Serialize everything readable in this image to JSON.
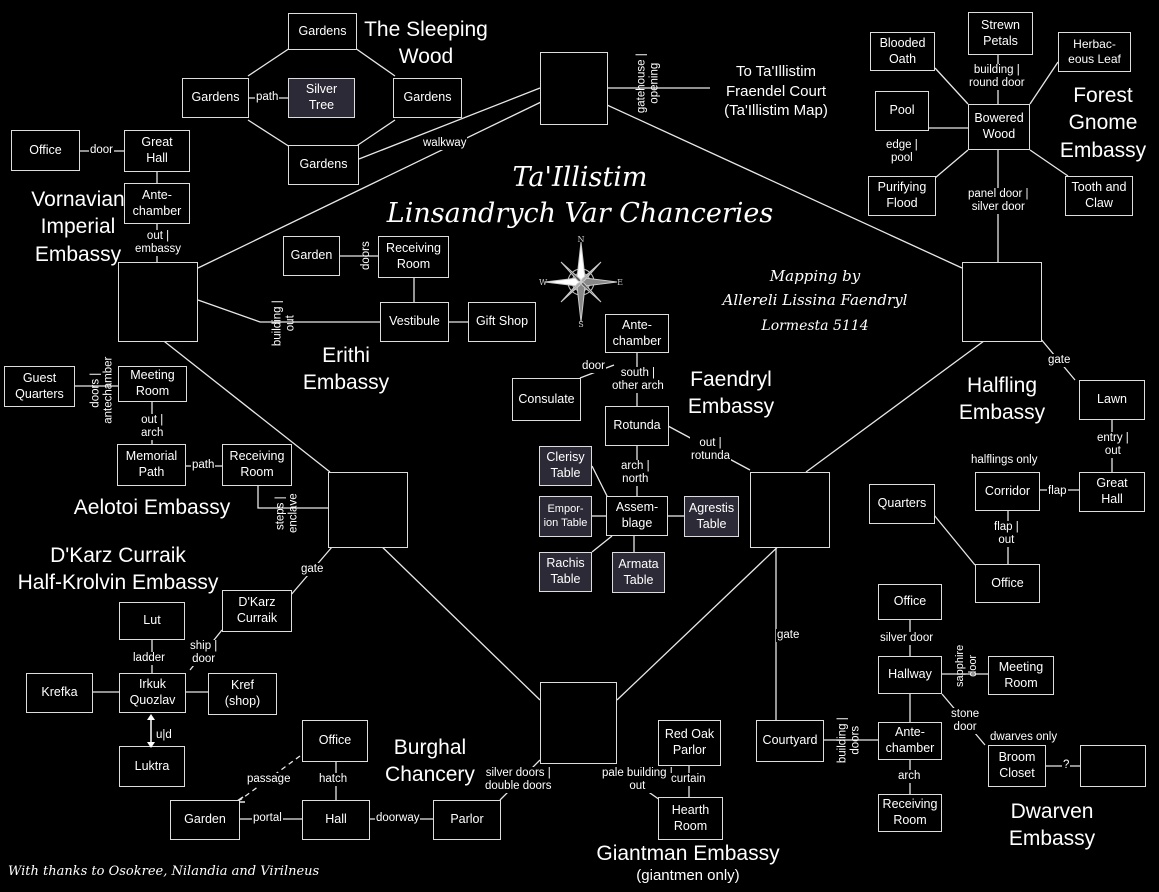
{
  "map_title": "Ta'Illistim\nLinsandrych Var Chanceries",
  "credit": {
    "line1": "Mapping by",
    "line2": "Allereli Lissina Faendryl",
    "line3": "Lormesta 5114"
  },
  "footer": "With thanks to Osokree, Nilandia and Virilneus",
  "exit_text": "To Ta'Illistim\nFraendel Court\n(Ta'Illistim Map)",
  "compass": {
    "n": "N",
    "s": "S",
    "e": "E",
    "w": "W"
  },
  "sections": {
    "sleeping_wood": "The Sleeping\nWood",
    "vornavian": "Vornavian\nImperial\nEmbassy",
    "erithi": "Erithi\nEmbassy",
    "faendryl": "Faendryl\nEmbassy",
    "forest_gnome": "Forest\nGnome\nEmbassy",
    "halfling": "Halfling\nEmbassy",
    "aelotoi": "Aelotoi Embassy",
    "dkarz": "D'Karz Curraik\nHalf-Krolvin Embassy",
    "burghal": "Burghal\nChancery",
    "giantman": "Giantman Embassy",
    "giantman_note": "(giantmen only)",
    "dwarven": "Dwarven\nEmbassy"
  },
  "rooms": {
    "sw_gardens_top": "Gardens",
    "sw_gardens_left": "Gardens",
    "sw_silver_tree": "Silver\nTree",
    "sw_gardens_right": "Gardens",
    "sw_gardens_bottom": "Gardens",
    "v_office": "Office",
    "v_great_hall": "Great\nHall",
    "v_antechamber": "Ante-\nchamber",
    "e_garden": "Garden",
    "e_receiving": "Receiving\nRoom",
    "e_vestibule": "Vestibule",
    "e_gift_shop": "Gift Shop",
    "f_antechamber": "Ante-\nchamber",
    "f_consulate": "Consulate",
    "f_rotunda": "Rotunda",
    "f_clerisy": "Clerisy\nTable",
    "f_emporion": "Empor-\nion Table",
    "f_assemblage": "Assem-\nblage",
    "f_agrestis": "Agrestis\nTable",
    "f_rachis": "Rachis\nTable",
    "f_armata": "Armata\nTable",
    "fg_blooded_oath": "Blooded\nOath",
    "fg_strewn_petals": "Strewn\nPetals",
    "fg_herbaceous": "Herbac-\neous Leaf",
    "fg_pool": "Pool",
    "fg_bowered_wood": "Bowered\nWood",
    "fg_purifying": "Purifying\nFlood",
    "fg_tooth_claw": "Tooth and\nClaw",
    "h_lawn": "Lawn",
    "h_corridor": "Corridor",
    "h_great_hall": "Great\nHall",
    "h_quarters": "Quarters",
    "h_office": "Office",
    "a_guest": "Guest\nQuarters",
    "a_meeting": "Meeting\nRoom",
    "a_memorial": "Memorial\nPath",
    "a_receiving": "Receiving\nRoom",
    "d_curraik": "D'Karz\nCurraik",
    "d_lut": "Lut",
    "d_krefka": "Krefka",
    "d_irkuk": "Irkuk\nQuozlav",
    "d_kref": "Kref\n(shop)",
    "d_luktra": "Luktra",
    "b_office": "Office",
    "b_garden": "Garden",
    "b_hall": "Hall",
    "b_parlor": "Parlor",
    "g_red_oak": "Red Oak\nParlor",
    "g_hearth": "Hearth\nRoom",
    "dw_office": "Office",
    "dw_hallway": "Hallway",
    "dw_meeting": "Meeting\nRoom",
    "dw_courtyard": "Courtyard",
    "dw_antechamber": "Ante-\nchamber",
    "dw_broom": "Broom\nCloset",
    "dw_receiving": "Receiving\nRoom"
  },
  "connectors": {
    "sw_path": "path",
    "walkway": "walkway",
    "gatehouse": "gatehouse |\nopening",
    "v_door": "door",
    "v_out_embassy": "out |\nembassy",
    "e_doors": "doors",
    "e_building_out": "building |\nout",
    "f_door": "door",
    "f_south": "south |\nother arch",
    "f_arch_north": "arch |\nnorth",
    "f_out_rotunda": "out |\nrotunda",
    "fg_building": "building |\nround door",
    "fg_edge_pool": "edge |\npool",
    "fg_panel": "panel door |\nsilver door",
    "h_gate": "gate",
    "h_entry_out": "entry |\nout",
    "h_halflings_only": "halflings only",
    "h_flap": "flap",
    "h_flap_out": "flap |\nout",
    "a_doors_ante": "doors |\nantechamber",
    "a_out_arch": "out |\narch",
    "a_path": "path",
    "a_steps": "steps |\nenclave",
    "d_gate": "gate",
    "d_ship_door": "ship |\ndoor",
    "d_ladder": "ladder",
    "d_ud": "u|d",
    "b_passage": "passage",
    "b_hatch": "hatch",
    "b_portal": "portal",
    "b_doorway": "doorway",
    "silver_doors": "silver doors |\ndouble doors",
    "g_pale_building": "pale building |\nout",
    "g_curtain": "curtain",
    "dw_gate": "gate",
    "dw_silver_door": "silver door",
    "dw_sapphire": "sapphire\ndoor",
    "dw_stone": "stone\ndoor",
    "dw_building_doors": "building |\ndoors",
    "dw_arch": "arch",
    "dw_dwarves_only": "dwarves only",
    "dw_question": "?"
  }
}
